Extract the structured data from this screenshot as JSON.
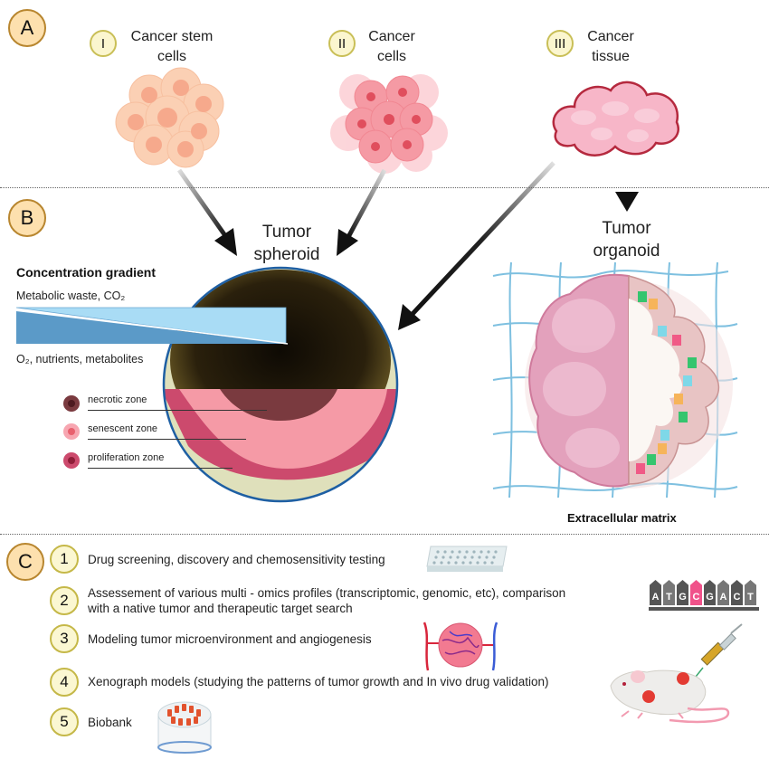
{
  "sections": {
    "a": {
      "badge": "A"
    },
    "b": {
      "badge": "B"
    },
    "c": {
      "badge": "C"
    }
  },
  "sources": [
    {
      "numeral": "I",
      "line1": "Cancer stem",
      "line2": "cells"
    },
    {
      "numeral": "II",
      "line1": "Cancer",
      "line2": "cells"
    },
    {
      "numeral": "III",
      "line1": "Cancer",
      "line2": "tissue"
    }
  ],
  "spheroid": {
    "line1": "Tumor",
    "line2": "spheroid",
    "gradient": {
      "title": "Concentration gradient",
      "top_label": "Metabolic waste, CO₂",
      "bottom_label": "O₂, nutrients,  metabolites"
    },
    "zones": [
      {
        "label": "necrotic zone",
        "color": "#7a3a3f"
      },
      {
        "label": "senescent zone",
        "color": "#f59aa6"
      },
      {
        "label": "proliferation zone",
        "color": "#cc4a6d"
      }
    ]
  },
  "organoid": {
    "line1": "Tumor",
    "line2": "organoid",
    "matrix_label": "Extracellular matrix"
  },
  "applications": [
    {
      "num": "1",
      "text": "Drug screening, discovery and chemosensitivity testing",
      "icon": "well-plate-icon"
    },
    {
      "num": "2",
      "text_line1": "Assessement of various multi - omics profiles (transcriptomic, genomic, etc), comparison",
      "text_line2": "with a native tumor and therapeutic target search",
      "icon": "dna-sequence-icon"
    },
    {
      "num": "3",
      "text": "Modeling tumor microenvironment and angiogenesis",
      "icon": "vascularized-tumor-icon"
    },
    {
      "num": "4",
      "text": "Xenograph models (studying the patterns of tumor growth and In vivo drug validation)",
      "icon": "mouse-syringe-icon"
    },
    {
      "num": "5",
      "text": "Biobank",
      "icon": "biobank-dish-icon"
    }
  ],
  "dna_letters": [
    "A",
    "T",
    "G",
    "C",
    "G",
    "A",
    "C",
    "T"
  ],
  "colors": {
    "section_badge_fill": "#fde0ae",
    "numeral_badge_fill": "#fbf6cf",
    "gradient_light": "#a9dcf5",
    "gradient_dark": "#5b9ac8",
    "dna_highlight": "#f0528a"
  }
}
